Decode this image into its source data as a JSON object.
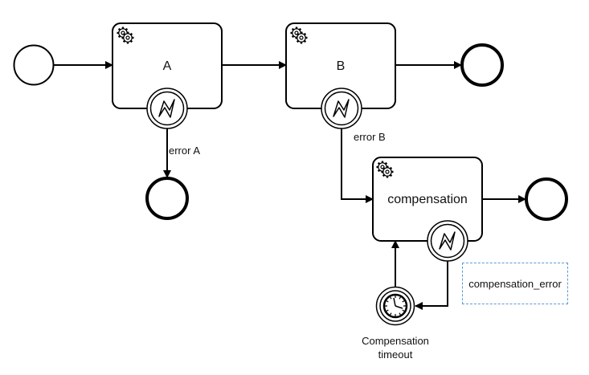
{
  "tasks": {
    "a": "A",
    "b": "B",
    "compensation": "compensation"
  },
  "flow_labels": {
    "error_a": "error A",
    "error_b": "error B"
  },
  "annotation": {
    "text": "compensation_error"
  },
  "timer_event": {
    "label": "Compensation timeout"
  },
  "icons": {
    "task_type": "gear-icon",
    "boundary_error": "lightning-icon",
    "timer": "clock-icon"
  },
  "colors": {
    "stroke": "#000000",
    "annotation_border": "#5b9bd5"
  }
}
